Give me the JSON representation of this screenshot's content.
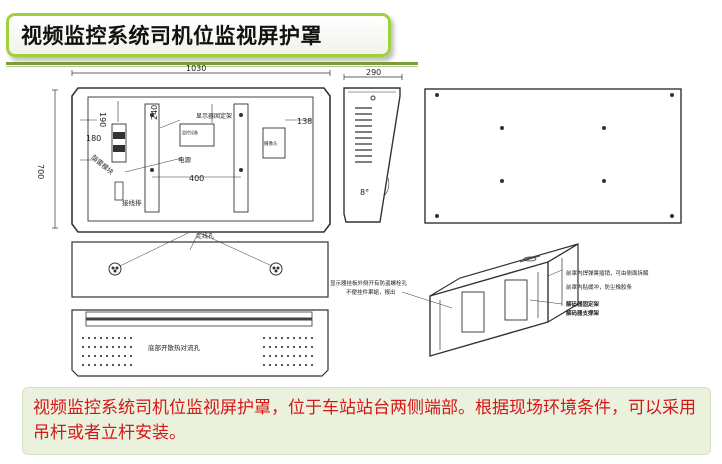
{
  "title": "视频监控系统司机位监视屏护罩",
  "caption": "视频监控系统司机位监视屏护罩，位于车站站台两侧端部。根据现场环境条件，可以采用吊杆或者立杆安装。",
  "drawing": {
    "dim_width": "1030",
    "dim_height": "700",
    "dim_190": "190",
    "dim_240": "240",
    "dim_180": "180",
    "dim_138": "138",
    "dim_400": "400",
    "dim_depth": "290",
    "angle": "8°",
    "label_monitor_mount": "显示器固定架",
    "label_power": "电源",
    "label_terminal": "接线排",
    "label_sample": "防雷模块",
    "label_device_a": "监控设备",
    "label_device_b": "摄像头",
    "label_cable": "走线孔",
    "label_bottom_vent": "底部开散热对流孔",
    "note_left_1": "显示器挂板外侧开有防盗螺栓孔",
    "note_left_2": "不便挂件果蛆，报出",
    "note_right_1": "前罩内焊弹簧插销，可由侧面拆解",
    "note_right_2": "前罩内贴缓冲，防尘橡胶条",
    "label_mount_1": "解码器固定架",
    "label_mount_2": "解码器支撑架"
  }
}
